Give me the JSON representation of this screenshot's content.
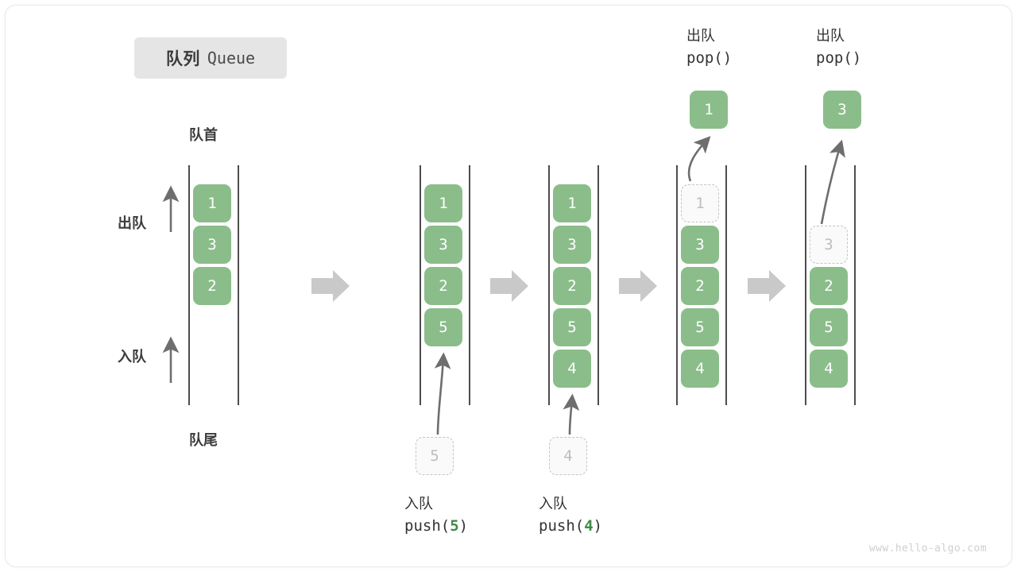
{
  "title": {
    "cn": "队列",
    "en": "Queue"
  },
  "axis_labels": {
    "front": "队首",
    "rear": "队尾",
    "dequeue": "出队",
    "enqueue": "入队"
  },
  "colors": {
    "cell_fill": "#8bbd8b",
    "cell_text": "#ffffff",
    "ghost_fill": "#fafafa",
    "ghost_border": "#c4c4c4",
    "ghost_text": "#bdbdbd",
    "rail": "#4d4d4d",
    "arrow": "#6e6e6e",
    "step_arrow": "#c9c9c9",
    "badge_bg": "#e5e5e5",
    "code_accent": "#3d8b46",
    "watermark": "#cfcfcf"
  },
  "icons": {
    "step_arrow": "right-arrow-icon",
    "up_arrow": "up-arrow-icon",
    "curved_arrow": "curved-arrow-icon"
  },
  "columns": [
    {
      "id": "col-1",
      "cells": [
        "1",
        "3",
        "2"
      ],
      "ghost": null,
      "caption": null
    },
    {
      "id": "col-2",
      "cells": [
        "1",
        "3",
        "2",
        "5"
      ],
      "ghost": {
        "value": "5",
        "position": "below"
      },
      "caption": {
        "cn": "入队",
        "code_prefix": "push(",
        "code_value": "5",
        "code_suffix": ")"
      }
    },
    {
      "id": "col-3",
      "cells": [
        "1",
        "3",
        "2",
        "5",
        "4"
      ],
      "ghost": {
        "value": "4",
        "position": "below"
      },
      "caption": {
        "cn": "入队",
        "code_prefix": "push(",
        "code_value": "4",
        "code_suffix": ")"
      }
    },
    {
      "id": "col-4",
      "cells": [
        "3",
        "2",
        "5",
        "4"
      ],
      "ghost": {
        "value": "1",
        "position": "slot-0"
      },
      "popped": "1",
      "caption_top": {
        "cn": "出队",
        "code": "pop()"
      }
    },
    {
      "id": "col-5",
      "cells": [
        "2",
        "5",
        "4"
      ],
      "ghost": {
        "value": "3",
        "position": "slot-1"
      },
      "popped": "3",
      "caption_top": {
        "cn": "出队",
        "code": "pop()"
      }
    }
  ],
  "watermark": "www.hello-algo.com"
}
